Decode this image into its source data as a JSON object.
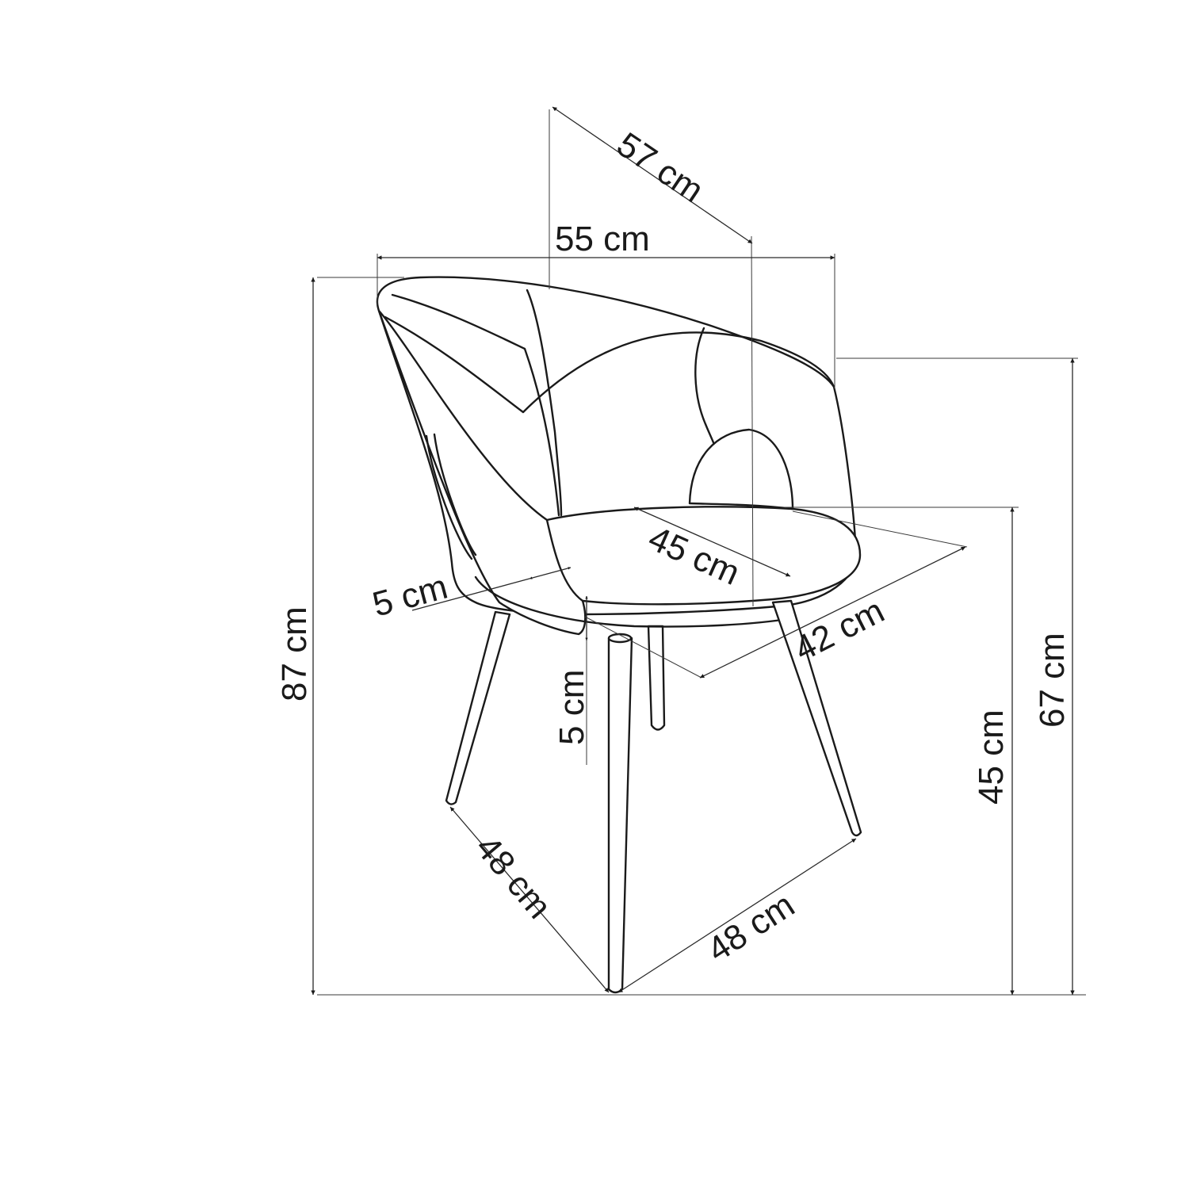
{
  "dimensions": {
    "depth_top": "57 cm",
    "width": "55 cm",
    "total_height": "87 cm",
    "armrest_height": "67 cm",
    "seat_height": "45 cm",
    "seat_depth": "45 cm",
    "seat_width": "42 cm",
    "shell_thickness": "5 cm",
    "seat_thickness": "5 cm",
    "leg_span_left": "48 cm",
    "leg_span_right": "48 cm"
  },
  "colors": {
    "line": "#1a1a1a",
    "background": "#ffffff"
  }
}
